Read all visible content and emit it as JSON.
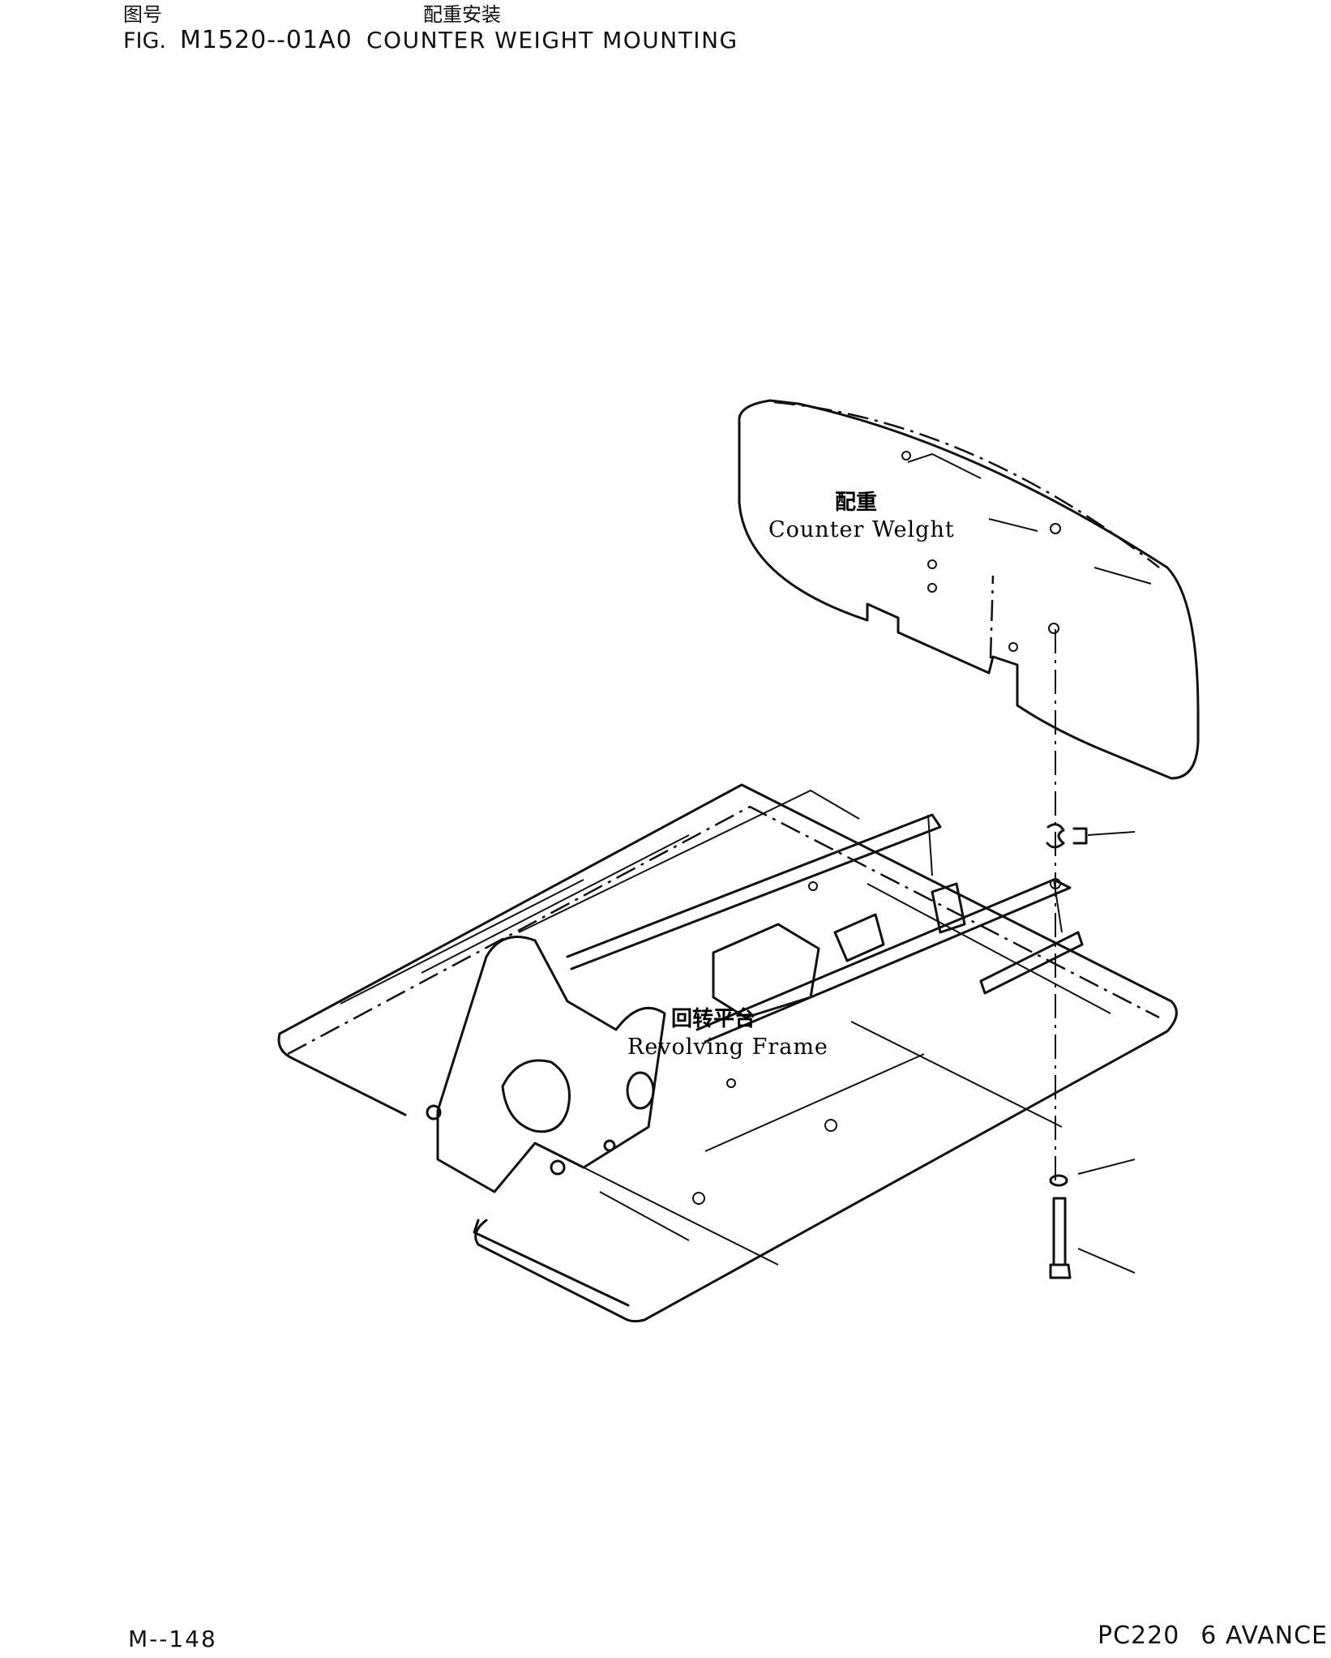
{
  "header": {
    "fig_label_cn": "图号",
    "fig_label_en": "FIG.",
    "fig_number": "M1520--01A0",
    "title_cn": "配重安装",
    "title_en": "COUNTER WEIGHT MOUNTING"
  },
  "labels": {
    "counter_weight_cn": "配重",
    "counter_weight_en": "Counter Welght",
    "revolving_frame_cn": "回转平台",
    "revolving_frame_en": "Revolving Frame"
  },
  "footer": {
    "page": "M--148",
    "model": "PC220",
    "series": "6 AVANCE"
  }
}
